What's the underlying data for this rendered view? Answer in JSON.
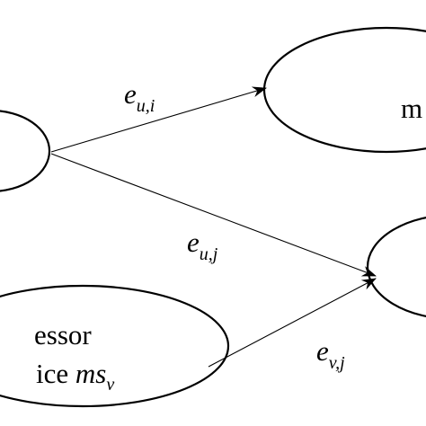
{
  "diagram": {
    "nodes": {
      "left_top": {
        "text": ""
      },
      "right_top": {
        "text": "m"
      },
      "right_bottom": {
        "text": ""
      },
      "left_bottom": {
        "line1": "essor",
        "line2_prefix": "ice ",
        "line2_var": "ms",
        "line2_sub": "v"
      }
    },
    "edges": [
      {
        "id": "e_ui",
        "main": "e",
        "sub": "u,i"
      },
      {
        "id": "e_uj",
        "main": "e",
        "sub": "u,j"
      },
      {
        "id": "e_vj",
        "main": "e",
        "sub": "v,j"
      }
    ]
  }
}
